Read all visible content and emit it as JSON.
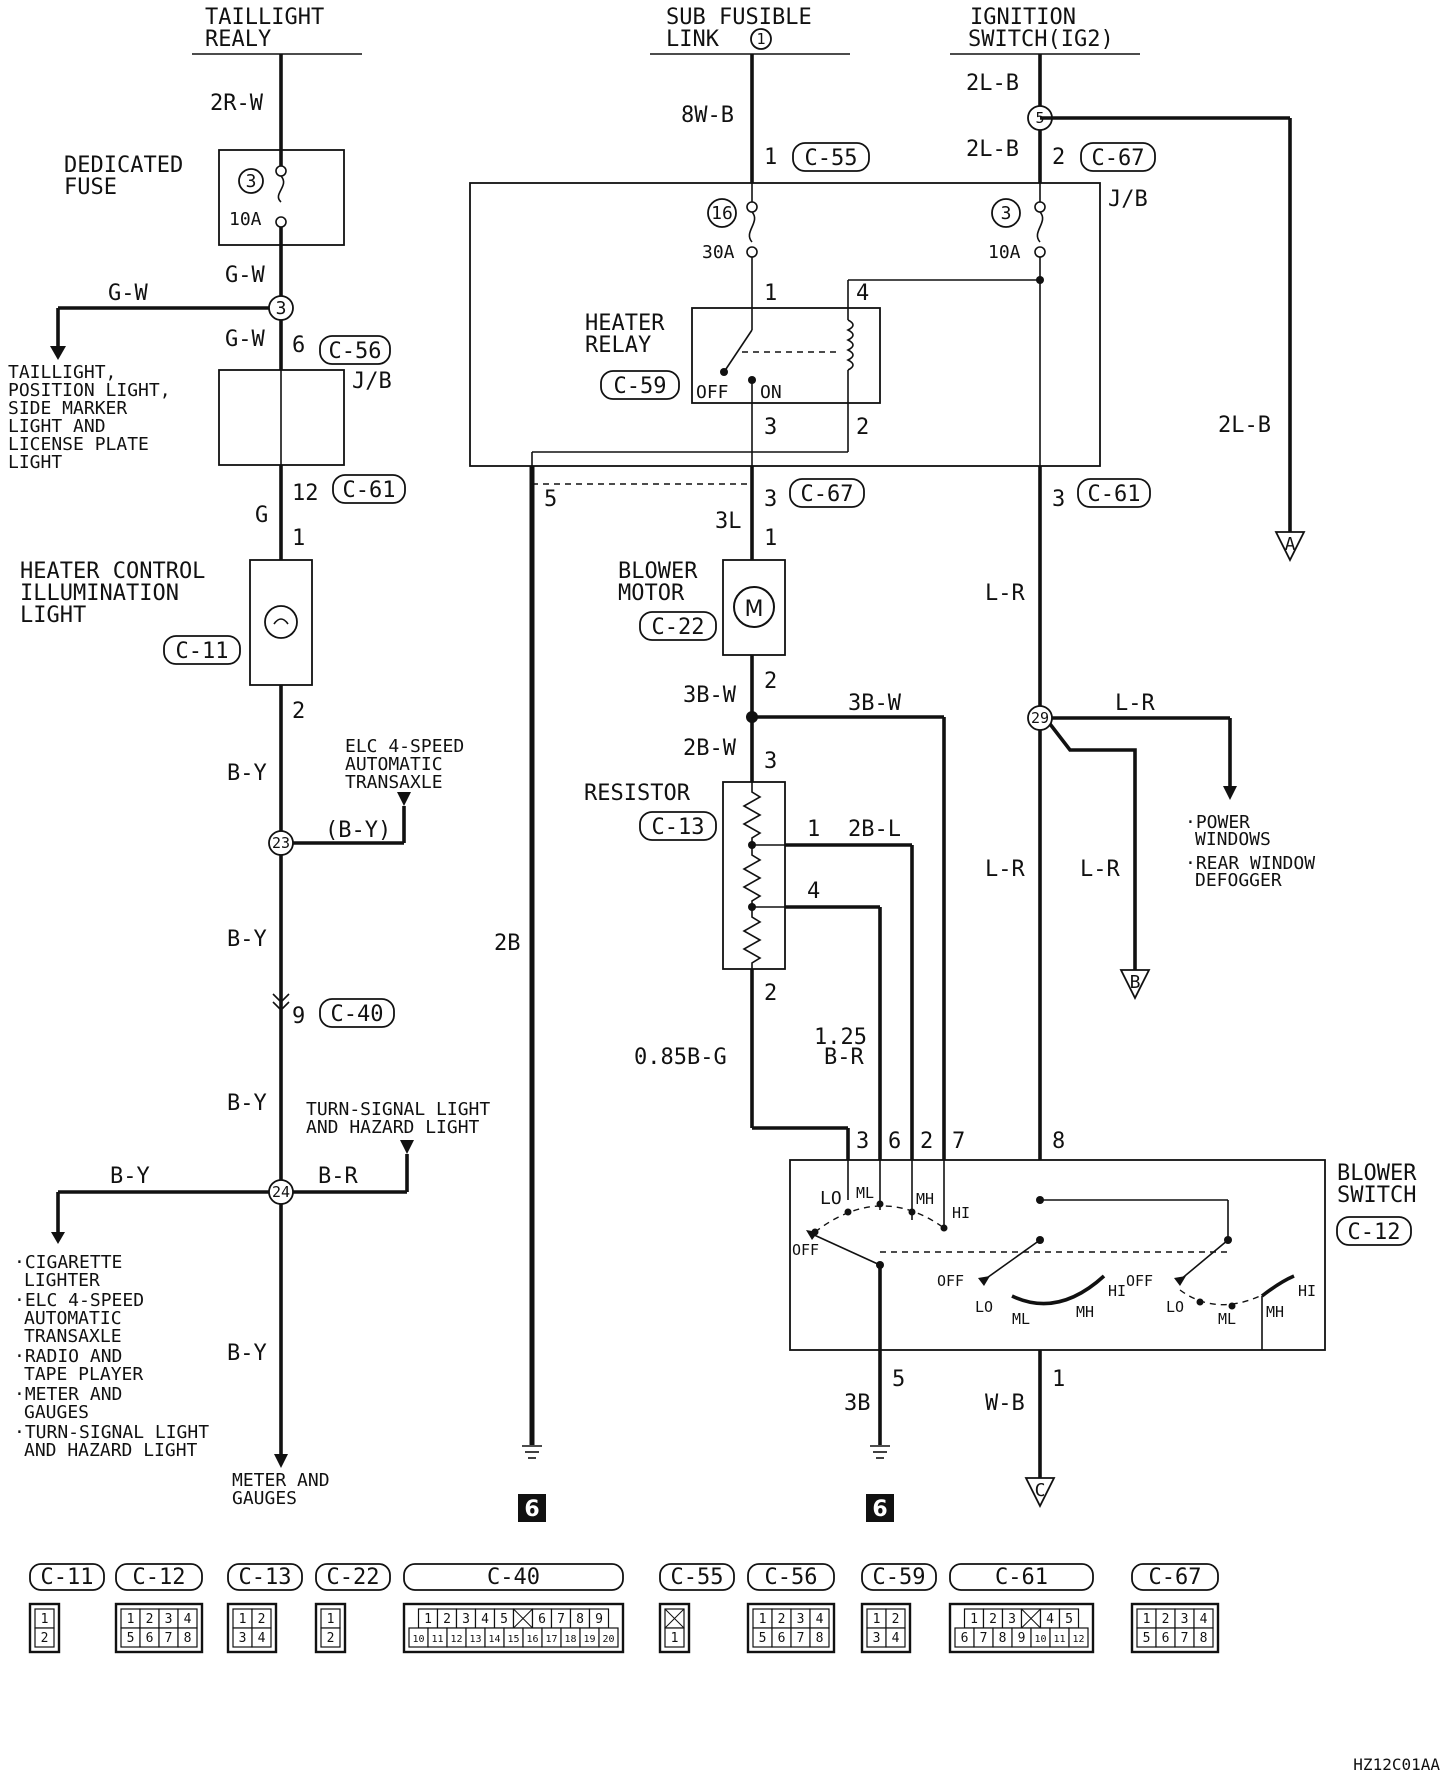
{
  "diagram": {
    "code": "HZ12C01AA",
    "sources": {
      "taillight_relay": [
        "TAILLIGHT",
        "REALY"
      ],
      "sub_fusible_link": [
        "SUB FUSIBLE",
        "LINK"
      ],
      "sub_fusible_link_num": "1",
      "ignition_switch": [
        "IGNITION",
        "SWITCH(IG2)"
      ]
    },
    "components": {
      "dedicated_fuse": [
        "DEDICATED",
        "FUSE"
      ],
      "jb": "J/B",
      "heater_relay": [
        "HEATER",
        "RELAY"
      ],
      "heater_control_light": [
        "HEATER CONTROL",
        "ILLUMINATION",
        "LIGHT"
      ],
      "blower_motor": [
        "BLOWER",
        "MOTOR"
      ],
      "resistor": "RESISTOR",
      "blower_switch": [
        "BLOWER",
        "SWITCH"
      ],
      "relay_off": "OFF",
      "relay_on": "ON",
      "motor_symbol": "M"
    },
    "fuses": [
      {
        "num": "3",
        "rating": "10A"
      },
      {
        "num": "16",
        "rating": "30A"
      },
      {
        "num": "3",
        "rating": "10A"
      }
    ],
    "connectors": {
      "c55": "C-55",
      "c67": "C-67",
      "c56": "C-56",
      "c61": "C-61",
      "c59": "C-59",
      "c11": "C-11",
      "c22": "C-22",
      "c13": "C-13",
      "c40": "C-40",
      "c12": "C-12"
    },
    "wires": {
      "w_2rw": "2R-W",
      "w_8wb": "8W-B",
      "w_2lb": "2L-B",
      "w_gw": "G-W",
      "w_g": "G",
      "w_3l": "3L",
      "w_lr": "L-R",
      "w_by": "B-Y",
      "w_by_paren": "(B-Y)",
      "w_br": "B-R",
      "w_2b": "2B",
      "w_3bw": "3B-W",
      "w_2bw": "2B-W",
      "w_2bl": "2B-L",
      "w_085bg": "0.85B-G",
      "w_125": "1.25",
      "w_br2": "B-R",
      "w_3b": "3B",
      "w_wb": "W-B"
    },
    "junctions": {
      "j3": "3",
      "j5": "5",
      "j23": "23",
      "j24": "24",
      "j29": "29"
    },
    "pins": {
      "p1": "1",
      "p2": "2",
      "p3": "3",
      "p4": "4",
      "p5": "5",
      "p6": "6",
      "p7": "7",
      "p8": "8",
      "p9": "9",
      "p12": "12"
    },
    "switch_positions": {
      "off": "OFF",
      "lo": "LO",
      "ml": "ML",
      "mh": "MH",
      "hi": "HI"
    },
    "destinations": {
      "taillight_group": [
        "TAILLIGHT,",
        "POSITION LIGHT,",
        "SIDE MARKER",
        "LIGHT AND",
        "LICENSE PLATE",
        "LIGHT"
      ],
      "elc_top": [
        "ELC 4-SPEED",
        "AUTOMATIC",
        "TRANSAXLE"
      ],
      "turn_signal": [
        "TURN-SIGNAL LIGHT",
        "AND HAZARD LIGHT"
      ],
      "left_group": [
        [
          "·CIGARETTE",
          "LIGHTER"
        ],
        [
          "·ELC 4-SPEED",
          "AUTOMATIC",
          "TRANSAXLE"
        ],
        [
          "·RADIO AND",
          "TAPE PLAYER"
        ],
        [
          "·METER AND",
          "GAUGES"
        ],
        [
          "·TURN-SIGNAL LIGHT",
          "AND HAZARD LIGHT"
        ]
      ],
      "meter": [
        "METER AND",
        "GAUGES"
      ],
      "power": [
        [
          "·POWER",
          "WINDOWS"
        ],
        [
          "·REAR WINDOW",
          "DEFOGGER"
        ]
      ],
      "arrow_a": "A",
      "arrow_b": "B",
      "arrow_c": "C",
      "ground": "6"
    },
    "connector_table": [
      {
        "name": "C-11",
        "rows": [
          [
            "1"
          ],
          [
            "2"
          ]
        ]
      },
      {
        "name": "C-12",
        "rows": [
          [
            "1",
            "2",
            "3",
            "4"
          ],
          [
            "5",
            "6",
            "7",
            "8"
          ]
        ]
      },
      {
        "name": "C-13",
        "rows": [
          [
            "1",
            "2"
          ],
          [
            "3",
            "4"
          ]
        ]
      },
      {
        "name": "C-22",
        "rows": [
          [
            "1"
          ],
          [
            "2"
          ]
        ]
      },
      {
        "name": "C-40",
        "rows": [
          [
            "1",
            "2",
            "3",
            "4",
            "5",
            "",
            "6",
            "7",
            "8",
            "9"
          ],
          [
            "10",
            "11",
            "12",
            "13",
            "14",
            "15",
            "16",
            "17",
            "18",
            "19",
            "20"
          ]
        ]
      },
      {
        "name": "C-55",
        "rows": [
          [
            ""
          ],
          [
            "1"
          ]
        ]
      },
      {
        "name": "C-56",
        "rows": [
          [
            "1",
            "2",
            "3",
            "4"
          ],
          [
            "5",
            "6",
            "7",
            "8"
          ]
        ]
      },
      {
        "name": "C-59",
        "rows": [
          [
            "1",
            "2"
          ],
          [
            "3",
            "4"
          ]
        ]
      },
      {
        "name": "C-61",
        "rows": [
          [
            "1",
            "2",
            "3",
            "",
            "4",
            "5"
          ],
          [
            "6",
            "7",
            "8",
            "9",
            "10",
            "11",
            "12"
          ]
        ]
      },
      {
        "name": "C-67",
        "rows": [
          [
            "1",
            "2",
            "3",
            "4"
          ],
          [
            "5",
            "6",
            "7",
            "8"
          ]
        ]
      }
    ]
  }
}
